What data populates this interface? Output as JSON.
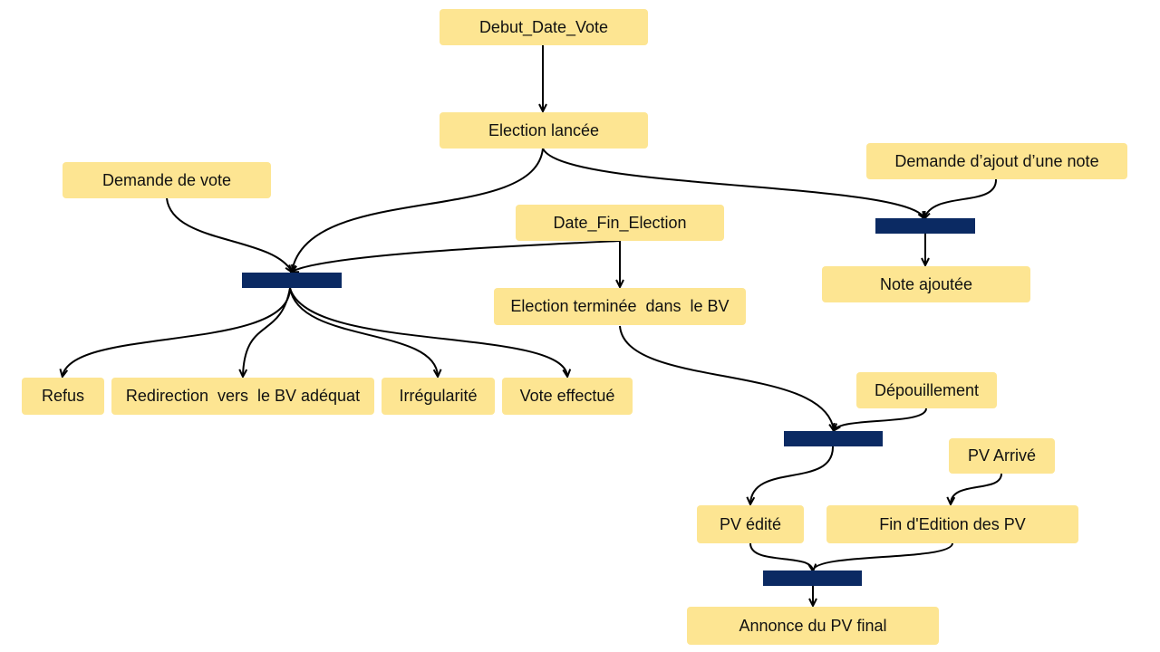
{
  "colors": {
    "node_fill": "#fde592",
    "sync_bar": "#0b2a63",
    "edge": "#000000"
  },
  "nodes": {
    "debut_date_vote": "Debut_Date_Vote",
    "election_lancee": "Election lancée",
    "demande_de_vote": "Demande de vote",
    "demande_ajout_note": "Demande d’ajout d’une note",
    "date_fin_election": "Date_Fin_Election",
    "note_ajoutee": "Note ajoutée",
    "election_terminee": "Election terminée  dans  le BV",
    "refus": "Refus",
    "redirection": "Redirection  vers  le BV adéquat",
    "irregularite": "Irrégularité",
    "vote_effectue": "Vote effectué",
    "depouillement": "Dépouillement",
    "pv_arrive": "PV Arrivé",
    "pv_edite": "PV édité",
    "fin_edition": "Fin d'Edition des PV",
    "annonce_pv_final": "Annonce du PV final"
  }
}
